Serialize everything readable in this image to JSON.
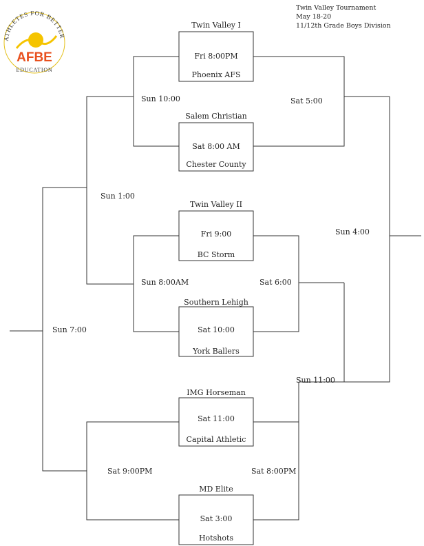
{
  "logo": {
    "arc_text": "ATHLETES FOR BETTER",
    "wordmark": "AFBE",
    "bottom_text": "EDUCATION",
    "colors": {
      "sun": "#f5c400",
      "wordmark": "#e8501e",
      "ring": "#e4c01a",
      "text": "#333333"
    }
  },
  "header": {
    "title": "Twin Valley Tournament",
    "dates": "May 18-20",
    "division": "11/12th Grade Boys Division"
  },
  "games": [
    {
      "id": "g1",
      "team_top": "Twin Valley I",
      "time": "Fri 8:00PM",
      "team_bottom": "Phoenix AFS"
    },
    {
      "id": "g2",
      "team_top": "Salem Christian",
      "time": "Sat 8:00 AM",
      "team_bottom": "Chester County"
    },
    {
      "id": "g3",
      "team_top": "Twin Valley II",
      "time": "Fri 9:00",
      "team_bottom": "BC Storm"
    },
    {
      "id": "g4",
      "team_top": "Southern Lehigh",
      "time": "Sat 10:00",
      "team_bottom": "York Ballers"
    },
    {
      "id": "g5",
      "team_top": "IMG Horseman",
      "time": "Sat 11:00",
      "team_bottom": "Capital Athletic"
    },
    {
      "id": "g6",
      "team_top": "MD Elite",
      "time": "Sat 3:00",
      "team_bottom": "Hotshots"
    }
  ],
  "round_labels": {
    "sun_10": "Sun 10:00",
    "sat_5": "Sat 5:00",
    "sun_1": "Sun 1:00",
    "sun_4": "Sun 4:00",
    "sun_8am": "Sun 8:00AM",
    "sat_6": "Sat 6:00",
    "sun_7": "Sun 7:00",
    "sun_11": "Sun 11:00",
    "sat_9pm": "Sat 9:00PM",
    "sat_8pm": "Sat 8:00PM"
  },
  "line_color": "#333333"
}
